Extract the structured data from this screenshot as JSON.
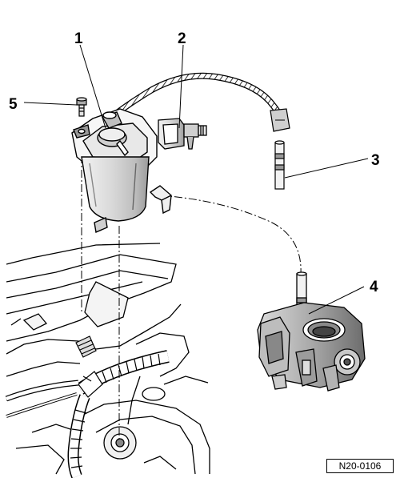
{
  "callouts": {
    "c1": "1",
    "c2": "2",
    "c3": "3",
    "c4": "4",
    "c5": "5"
  },
  "reference_code": "N20-0106",
  "colors": {
    "line": "#000000",
    "fill_light": "#e6e6e6",
    "fill_mid": "#b8b8b8",
    "fill_dark": "#6e6e6e",
    "background": "#ffffff"
  },
  "icons": {
    "canister": "charcoal-canister",
    "valve": "solenoid-valve",
    "hose": "vent-hose",
    "throttle": "throttle-body",
    "bolt": "mounting-bolt"
  }
}
